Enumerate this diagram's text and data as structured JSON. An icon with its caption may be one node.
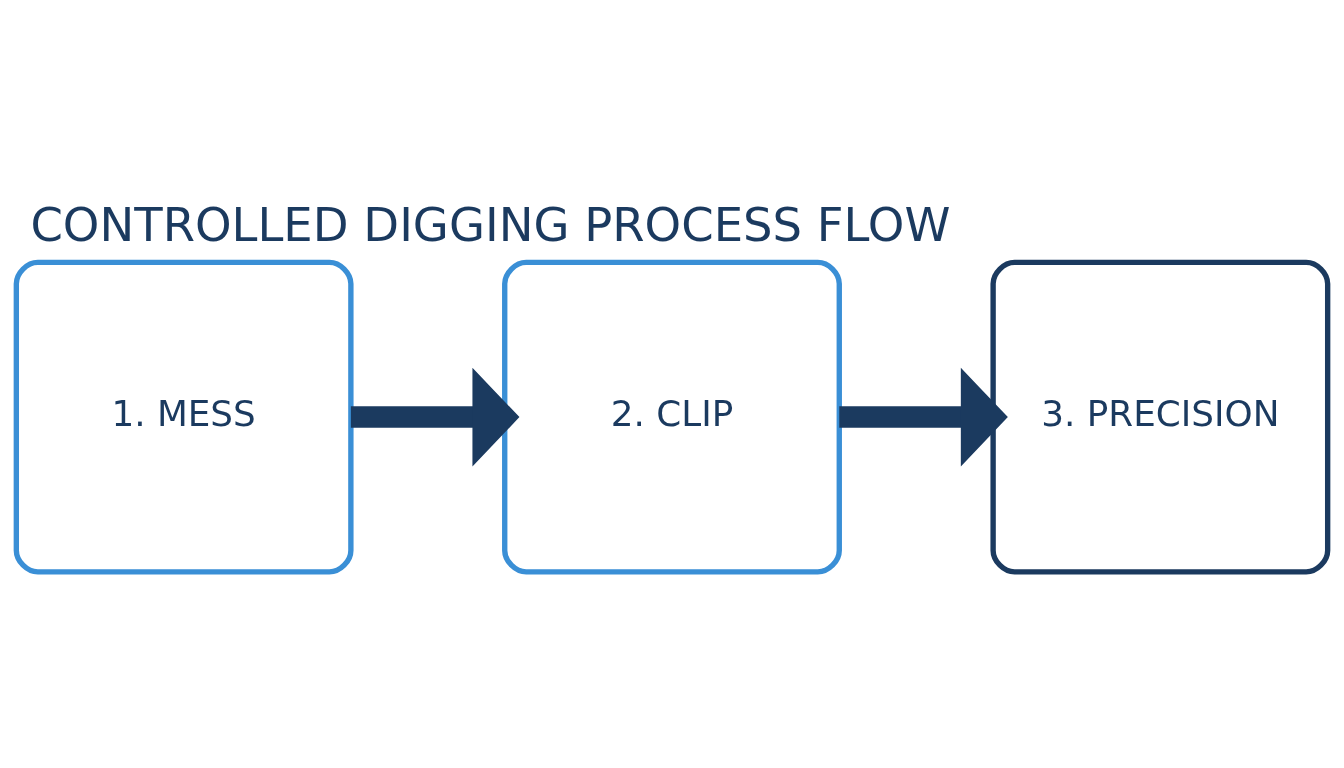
{
  "diagram": {
    "title": "CONTROLLED DIGGING PROCESS FLOW",
    "nodes": [
      {
        "text": [
          "1. MESS"
        ]
      },
      {
        "text": [
          "2. CLIP"
        ]
      },
      {
        "text": [
          "3. PRECISION"
        ]
      }
    ],
    "edges": [
      {
        "from": 0,
        "to": 1,
        "arrow": "to"
      },
      {
        "from": 1,
        "to": 2,
        "arrow": "to"
      }
    ]
  }
}
